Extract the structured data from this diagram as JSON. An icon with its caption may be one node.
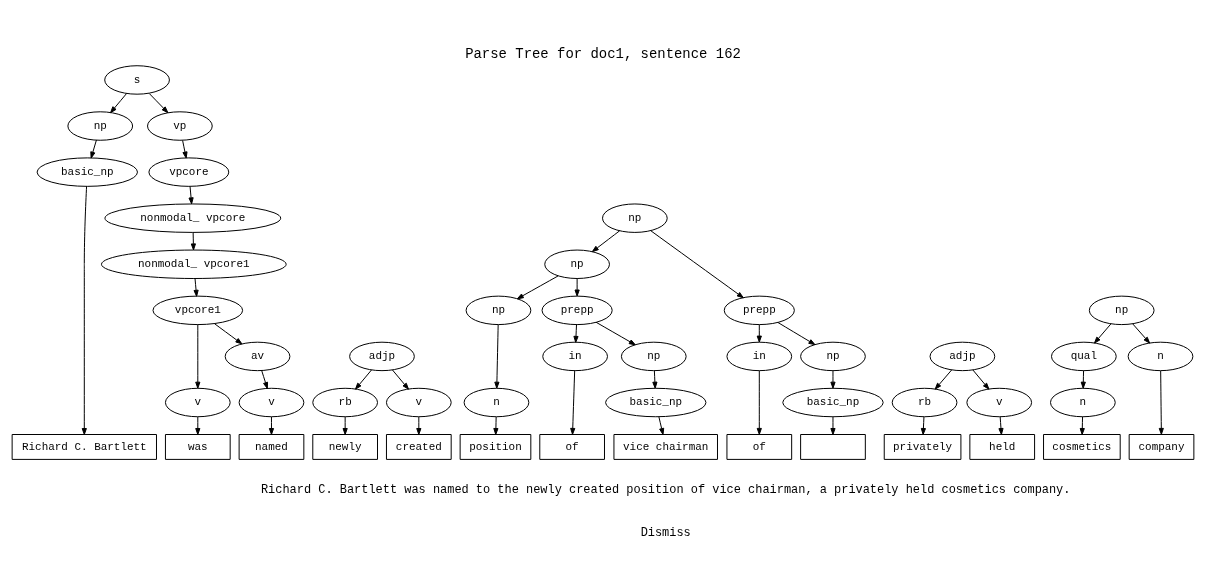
{
  "diagram": {
    "title": "Parse Tree for doc1, sentence 162",
    "nodes": [
      {
        "text": [
          "s"
        ]
      },
      {
        "text": [
          "np"
        ]
      },
      {
        "text": [
          "vp"
        ]
      },
      {
        "text": [
          "basic_np"
        ]
      },
      {
        "text": [
          "vpcore"
        ]
      },
      {
        "text": [
          "nonmodal_ vpcore"
        ]
      },
      {
        "text": [
          "nonmodal_ vpcore1"
        ]
      },
      {
        "text": [
          "vpcore1"
        ]
      },
      {
        "text": [
          "v"
        ]
      },
      {
        "text": [
          "av"
        ]
      },
      {
        "text": [
          "v"
        ]
      },
      {
        "text": [
          "adjp"
        ]
      },
      {
        "text": [
          "rb"
        ]
      },
      {
        "text": [
          "v"
        ]
      },
      {
        "text": [
          "np"
        ]
      },
      {
        "text": [
          "np"
        ]
      },
      {
        "text": [
          "prepp"
        ]
      },
      {
        "text": [
          "np"
        ]
      },
      {
        "text": [
          "prepp"
        ]
      },
      {
        "text": [
          "n"
        ]
      },
      {
        "text": [
          "in"
        ]
      },
      {
        "text": [
          "np"
        ]
      },
      {
        "text": [
          "in"
        ]
      },
      {
        "text": [
          "np"
        ]
      },
      {
        "text": [
          "basic_np"
        ]
      },
      {
        "text": [
          "basic_np"
        ]
      },
      {
        "text": [
          "adjp"
        ]
      },
      {
        "text": [
          "rb"
        ]
      },
      {
        "text": [
          "v"
        ]
      },
      {
        "text": [
          "np"
        ]
      },
      {
        "text": [
          "qual"
        ]
      },
      {
        "text": [
          "n"
        ]
      },
      {
        "text": [
          "n"
        ]
      },
      {
        "text": [
          "Richard C. Bartlett"
        ]
      },
      {
        "text": [
          "was"
        ]
      },
      {
        "text": [
          "named"
        ]
      },
      {
        "text": [
          "newly"
        ]
      },
      {
        "text": [
          "created"
        ]
      },
      {
        "text": [
          "position"
        ]
      },
      {
        "text": [
          "of"
        ]
      },
      {
        "text": [
          "vice chairman"
        ]
      },
      {
        "text": [
          "of"
        ]
      },
      {
        "text": [],
        "shape": "box"
      },
      {
        "text": [
          "privately"
        ]
      },
      {
        "text": [
          "held"
        ]
      },
      {
        "text": [
          "cosmetics"
        ]
      },
      {
        "text": [
          "company"
        ]
      }
    ],
    "edges": [
      {
        "from": 0,
        "to": 1,
        "arrow": "to"
      },
      {
        "from": 0,
        "to": 2,
        "arrow": "to"
      },
      {
        "from": 1,
        "to": 3,
        "arrow": "to"
      },
      {
        "from": 3,
        "to": 33,
        "arrow": "to"
      },
      {
        "from": 2,
        "to": 4,
        "arrow": "to"
      },
      {
        "from": 4,
        "to": 5,
        "arrow": "to"
      },
      {
        "from": 5,
        "to": 6,
        "arrow": "to"
      },
      {
        "from": 6,
        "to": 7,
        "arrow": "to"
      },
      {
        "from": 7,
        "to": 8,
        "arrow": "to"
      },
      {
        "from": 7,
        "to": 9,
        "arrow": "to"
      },
      {
        "from": 8,
        "to": 34,
        "arrow": "to"
      },
      {
        "from": 9,
        "to": 10,
        "arrow": "to"
      },
      {
        "from": 10,
        "to": 35,
        "arrow": "to"
      },
      {
        "from": 11,
        "to": 12,
        "arrow": "to"
      },
      {
        "from": 11,
        "to": 13,
        "arrow": "to"
      },
      {
        "from": 12,
        "to": 36,
        "arrow": "to"
      },
      {
        "from": 13,
        "to": 37,
        "arrow": "to"
      },
      {
        "from": 14,
        "to": 15,
        "arrow": "to"
      },
      {
        "from": 14,
        "to": 16,
        "arrow": "to"
      },
      {
        "from": 15,
        "to": 17,
        "arrow": "to"
      },
      {
        "from": 15,
        "to": 18,
        "arrow": "to"
      },
      {
        "from": 17,
        "to": 19,
        "arrow": "to"
      },
      {
        "from": 18,
        "to": 22,
        "arrow": "to"
      },
      {
        "from": 18,
        "to": 23,
        "arrow": "to"
      },
      {
        "from": 23,
        "to": 24,
        "arrow": "to"
      },
      {
        "from": 16,
        "to": 20,
        "arrow": "to"
      },
      {
        "from": 16,
        "to": 21,
        "arrow": "to"
      },
      {
        "from": 21,
        "to": 25,
        "arrow": "to"
      },
      {
        "from": 19,
        "to": 38,
        "arrow": "to"
      },
      {
        "from": 22,
        "to": 39,
        "arrow": "to"
      },
      {
        "from": 24,
        "to": 40,
        "arrow": "to"
      },
      {
        "from": 20,
        "to": 41,
        "arrow": "to"
      },
      {
        "from": 25,
        "to": 42,
        "arrow": "to"
      },
      {
        "from": 26,
        "to": 27,
        "arrow": "to"
      },
      {
        "from": 26,
        "to": 28,
        "arrow": "to"
      },
      {
        "from": 27,
        "to": 43,
        "arrow": "to"
      },
      {
        "from": 28,
        "to": 44,
        "arrow": "to"
      },
      {
        "from": 29,
        "to": 30,
        "arrow": "to"
      },
      {
        "from": 29,
        "to": 32,
        "arrow": "to"
      },
      {
        "from": 30,
        "to": 31,
        "arrow": "to"
      },
      {
        "from": 31,
        "to": 45,
        "arrow": "to"
      },
      {
        "from": 32,
        "to": 46,
        "arrow": "to"
      }
    ],
    "labels": [
      "Richard C. Bartlett was named to the newly created position of vice chairman, a privately held cosmetics company.",
      "Dismiss"
    ]
  }
}
